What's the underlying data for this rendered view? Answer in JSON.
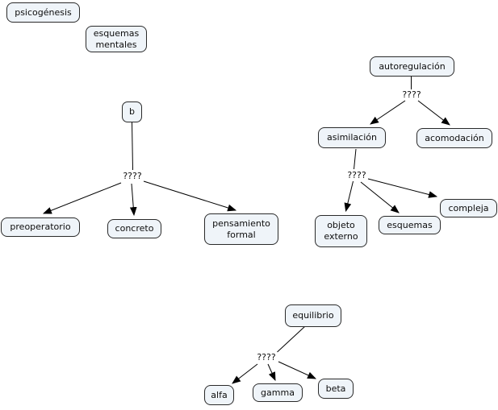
{
  "concept_map": {
    "nodes": {
      "psicogenesis": {
        "label": "psicogénesis"
      },
      "esquemas_mentales": {
        "label": "esquemas\nmentales"
      },
      "b": {
        "label": "b"
      },
      "preoperatorio": {
        "label": "preoperatorio"
      },
      "concreto": {
        "label": "concreto"
      },
      "pensamiento_formal": {
        "label": "pensamiento\nformal"
      },
      "autoregulacion": {
        "label": "autoregulación"
      },
      "asimilacion": {
        "label": "asimilación"
      },
      "acomodacion": {
        "label": "acomodación"
      },
      "objeto_externo": {
        "label": "objeto\nexterno"
      },
      "esquemas": {
        "label": "esquemas"
      },
      "compleja": {
        "label": "compleja"
      },
      "equilibrio": {
        "label": "equilibrio"
      },
      "alfa": {
        "label": "alfa"
      },
      "gamma": {
        "label": "gamma"
      },
      "beta": {
        "label": "beta"
      }
    },
    "linking_phrases": {
      "q1": {
        "label": "????"
      },
      "q2": {
        "label": "????"
      },
      "q3": {
        "label": "????"
      },
      "q4": {
        "label": "????"
      }
    },
    "edges": [
      {
        "from": "b",
        "linking_phrase": "q1",
        "to": [
          "preoperatorio",
          "concreto",
          "pensamiento_formal"
        ]
      },
      {
        "from": "autoregulacion",
        "linking_phrase": "q2",
        "to": [
          "asimilacion",
          "acomodacion"
        ]
      },
      {
        "from": "asimilacion",
        "linking_phrase": "q3",
        "to": [
          "objeto_externo",
          "esquemas",
          "compleja"
        ]
      },
      {
        "from": "equilibrio",
        "linking_phrase": "q4",
        "to": [
          "alfa",
          "gamma",
          "beta"
        ]
      }
    ],
    "colors": {
      "node_fill": "#eff4f9",
      "node_border": "#2a2a2a",
      "line": "#000000",
      "text": "#0d0d0d",
      "background": "#ffffff"
    }
  }
}
